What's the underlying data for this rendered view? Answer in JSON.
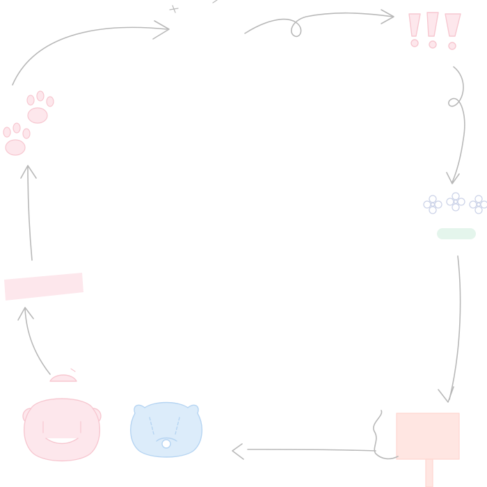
{
  "theme": {
    "background": "#ffffff",
    "line_color": "#b8b8b8",
    "pink_fill": "#fde7ec",
    "pink_stroke": "#f7c7d0",
    "peach_fill": "#ffe6e2",
    "blue_fill": "#dcecfa",
    "blue_stroke": "#b5d4f2",
    "mint_fill": "#e4f5ec",
    "lilac_stroke": "#ccd3e8"
  },
  "decorations": [
    {
      "name": "arrow-top-left",
      "icon": "curved-arrow-icon"
    },
    {
      "name": "arrow-top-right",
      "icon": "loop-arrow-icon"
    },
    {
      "name": "exclamation-marks",
      "icon": "exclamation-marks-icon"
    },
    {
      "name": "arrow-right-down",
      "icon": "loop-arrow-icon"
    },
    {
      "name": "flowers",
      "icon": "flower-icon"
    },
    {
      "name": "mint-tape",
      "icon": "tape-icon"
    },
    {
      "name": "arrow-right-side",
      "icon": "curved-arrow-icon"
    },
    {
      "name": "signboard",
      "icon": "signboard-icon"
    },
    {
      "name": "arrow-bottom-left",
      "icon": "squiggle-arrow-icon"
    },
    {
      "name": "blue-cat",
      "icon": "cat-face-icon"
    },
    {
      "name": "pink-bear",
      "icon": "bear-face-icon"
    },
    {
      "name": "arrow-left-up",
      "icon": "curved-arrow-icon"
    },
    {
      "name": "pink-tape",
      "icon": "tape-icon"
    },
    {
      "name": "arrow-left-up-upper",
      "icon": "arrow-icon"
    },
    {
      "name": "paw-prints",
      "icon": "paw-print-icon"
    }
  ]
}
